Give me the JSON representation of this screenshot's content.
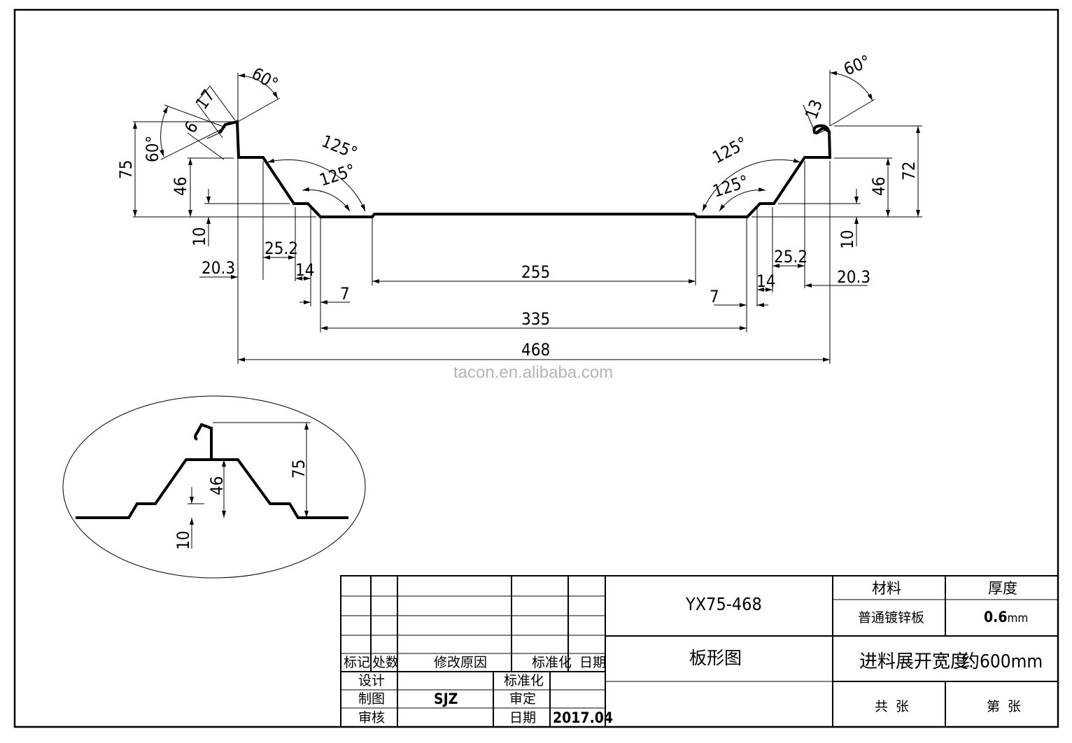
{
  "drawing": {
    "dimensions": {
      "total_width": "468",
      "inner_width": "335",
      "bottom_flat": "255",
      "left_height": "75",
      "right_height": "72",
      "step_height_left": "46",
      "step_height_right": "46",
      "rib_height_left": "10",
      "rib_height_right": "10",
      "offset_left": "20.3",
      "offset_right": "20.3",
      "slope_left": "25.2",
      "slope_right": "25.2",
      "step_left": "14",
      "step_right": "14",
      "small_left": "7",
      "small_right": "7",
      "lip_left": "17",
      "lip_small_left": "6",
      "lip_right": "13",
      "angle_top_left": "60°",
      "angle_side_left": "60°",
      "angle_top_right": "60°",
      "angle_outer_left": "125°",
      "angle_inner_left": "125°",
      "angle_outer_right": "125°",
      "angle_inner_right": "125°"
    },
    "detail": {
      "height": "75",
      "step_height": "46",
      "rib_height": "10"
    },
    "watermark": "tacon.en.alibaba.com"
  },
  "title_block": {
    "revision_headers": {
      "mark": "标记",
      "count": "处数",
      "reason": "修改原因",
      "standardization": "标准化",
      "date": "日期"
    },
    "signatures": {
      "design_label": "设计",
      "drafting_label": "制图",
      "drafting_value": "SJZ",
      "review_label": "审核",
      "standardization_label": "标准化",
      "approval_label": "审定",
      "date_label": "日期",
      "date_value": "2017.04"
    },
    "drawing_number": "YX75-468",
    "drawing_name": "板形图",
    "material_label": "材料",
    "material_value": "普通镀锌板",
    "thickness_label": "厚度",
    "thickness_value": "0.6",
    "thickness_unit": "mm",
    "feed_width_label": "进料展开宽度:",
    "feed_width_value": "约600mm",
    "total_sheets": "共  张",
    "sheet_number": "第  张"
  }
}
